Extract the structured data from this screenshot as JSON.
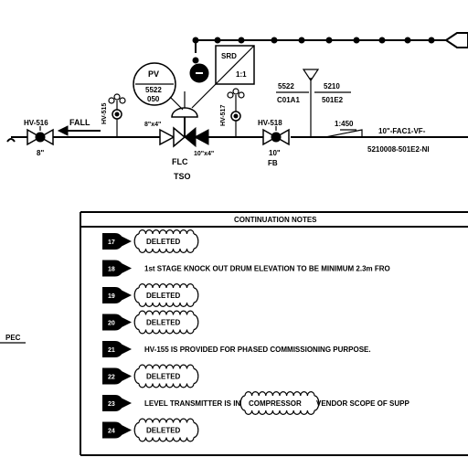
{
  "colors": {
    "line": "#000000",
    "background": "#ffffff"
  },
  "tags": {
    "hv516": "HV-516",
    "hv516_size": "8\"",
    "fall": "FALL",
    "hv515": "HV-515",
    "hv517": "HV-517",
    "pv_label": "PV",
    "pv_num1": "5522",
    "pv_num2": "050",
    "srd": "SRD",
    "srd_ratio": "1:1",
    "valve_size_left": "8\"x4\"",
    "valve_size_right": "10\"x4\"",
    "flc": "FLC",
    "tso": "TSO",
    "hv518": "HV-518",
    "hv518_size": "10\"",
    "fb": "FB",
    "inst_left_top": "5522",
    "inst_left_bottom": "C01A1",
    "inst_right_top": "5210",
    "inst_right_bottom": "501E2",
    "slope": "1:450",
    "line_number_1": "10\"-FAC1-VF-",
    "line_number_2": "5210008-501E2-NI",
    "pec": "PEC"
  },
  "notes": {
    "header": "CONTINUATION NOTES",
    "items": [
      {
        "num": "17",
        "text": "DELETED",
        "clouded": true
      },
      {
        "num": "18",
        "text": "1st STAGE KNOCK OUT DRUM ELEVATION TO BE MINIMUM 2.3m FRO",
        "clouded": false
      },
      {
        "num": "19",
        "text": "DELETED",
        "clouded": true
      },
      {
        "num": "20",
        "text": "DELETED",
        "clouded": true
      },
      {
        "num": "21",
        "text": "HV-155 IS PROVIDED FOR PHASED COMMISSIONING PURPOSE.",
        "clouded": false
      },
      {
        "num": "22",
        "text": "DELETED",
        "clouded": true
      },
      {
        "num": "23",
        "text_before": "LEVEL TRANSMITTER IS IN",
        "text_cloud": "COMPRESSOR",
        "text_after": "VENDOR SCOPE OF SUPP",
        "clouded": false
      },
      {
        "num": "24",
        "text": "DELETED",
        "clouded": true
      }
    ]
  }
}
